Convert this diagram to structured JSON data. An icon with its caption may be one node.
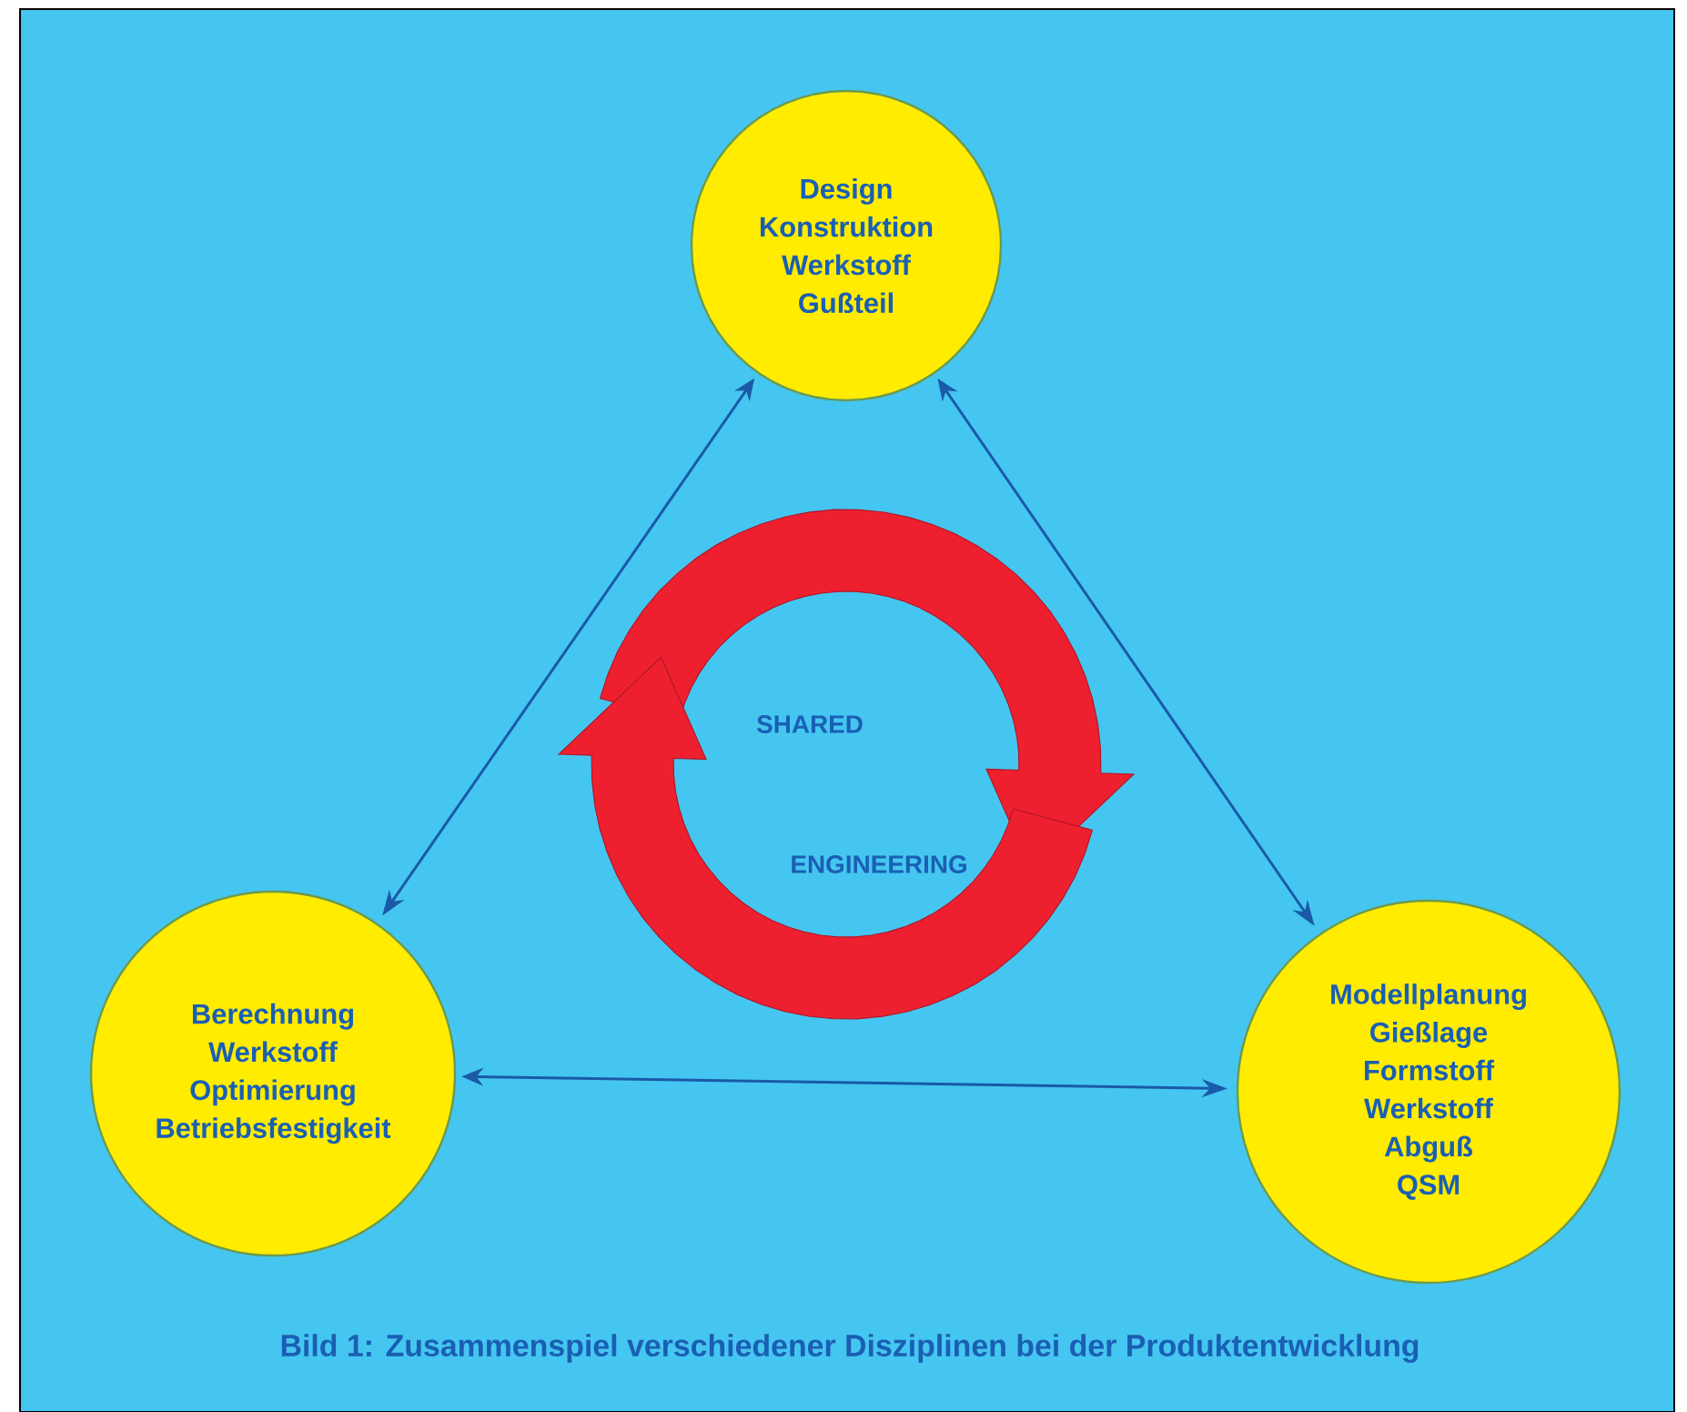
{
  "diagram": {
    "caption": "Bild 1: Zusammenspiel verschiedener Disziplinen bei der Produktentwicklung",
    "nodes": [
      {
        "text": [
          "Design",
          "Konstruktion",
          "Werkstoff",
          "Gußteil"
        ]
      },
      {
        "text": [
          "Berechnung",
          "Werkstoff",
          "Optimierung",
          "Betriebsfestigkeit"
        ]
      },
      {
        "text": [
          "Modellplanung",
          "Gießlage",
          "Formstoff",
          "Werkstoff",
          "Abguß",
          "QSM"
        ]
      }
    ],
    "edges": [
      {
        "from": 0,
        "to": 1,
        "arrow": "both"
      },
      {
        "from": 0,
        "to": 2,
        "arrow": "both"
      },
      {
        "from": 1,
        "to": 2,
        "arrow": "both"
      }
    ],
    "labels": [
      "SHARED",
      "ENGINEERING"
    ]
  }
}
